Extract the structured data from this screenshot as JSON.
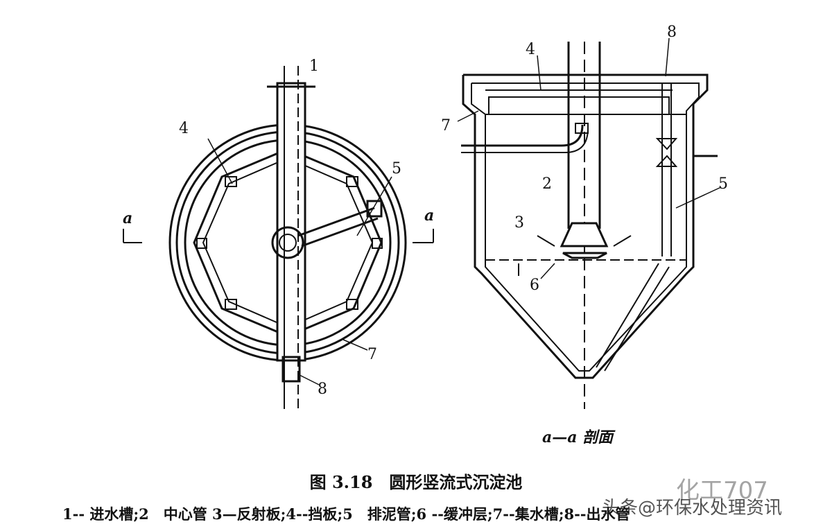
{
  "plan_view": {
    "labels": {
      "inlet": "1",
      "baffle": "4",
      "sludge_pipe": "5",
      "collector": "7",
      "outlet": "8"
    },
    "section_marker": "a"
  },
  "section_view": {
    "labels": {
      "baffle": "4",
      "outlet": "8",
      "collector": "7",
      "center_pipe": "2",
      "reflector": "3",
      "sludge_pipe": "5",
      "buffer": "6"
    },
    "caption": "a—a 剖面"
  },
  "figure": {
    "title": "图 3.18　圆形竖流式沉淀池",
    "legend": "1-- 进水槽;2　中心管 3—反射板;4--挡板;5　排泥管;6 --缓冲层;7--集水槽;8--出水管"
  },
  "watermarks": {
    "primary": "化工707",
    "secondary": "头条@环保水处理资讯"
  }
}
